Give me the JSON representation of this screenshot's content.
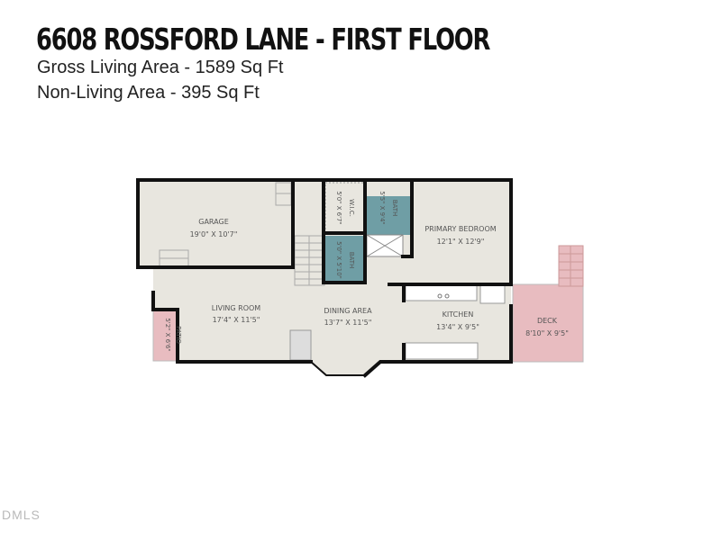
{
  "header": {
    "title": "6608 ROSSFORD LANE - FIRST FLOOR",
    "gross_living_area": "Gross Living Area - 1589 Sq Ft",
    "non_living_area": "Non-Living Area - 395 Sq Ft"
  },
  "rooms": {
    "garage": {
      "name": "GARAGE",
      "dims": "19'0\" X 10'7\""
    },
    "wic": {
      "name": "W.I.C.",
      "dims": "5'0\" X 6'7\""
    },
    "bath_primary": {
      "name": "BATH",
      "dims": "5'5\" X 9'4\""
    },
    "bath_half": {
      "name": "BATH",
      "dims": "5'0\" X 5'10\""
    },
    "primary_bedroom": {
      "name": "PRIMARY BEDROOM",
      "dims": "12'1\" X 12'9\""
    },
    "living_room": {
      "name": "LIVING ROOM",
      "dims": "17'4\" X 11'5\""
    },
    "dining_area": {
      "name": "DINING AREA",
      "dims": "13'7\" X 11'5\""
    },
    "kitchen": {
      "name": "KITCHEN",
      "dims": "13'4\" X 9'5\""
    },
    "deck": {
      "name": "DECK",
      "dims": "8'10\" X 9'5\""
    },
    "patio": {
      "name": "PATIO",
      "dims": "5'2\" X 6'6\""
    }
  },
  "colors": {
    "floor": "#e8e6df",
    "wall": "#111111",
    "bath": "#6f9ea5",
    "exterior": "#e8bcc0"
  },
  "watermark": "DMLS"
}
